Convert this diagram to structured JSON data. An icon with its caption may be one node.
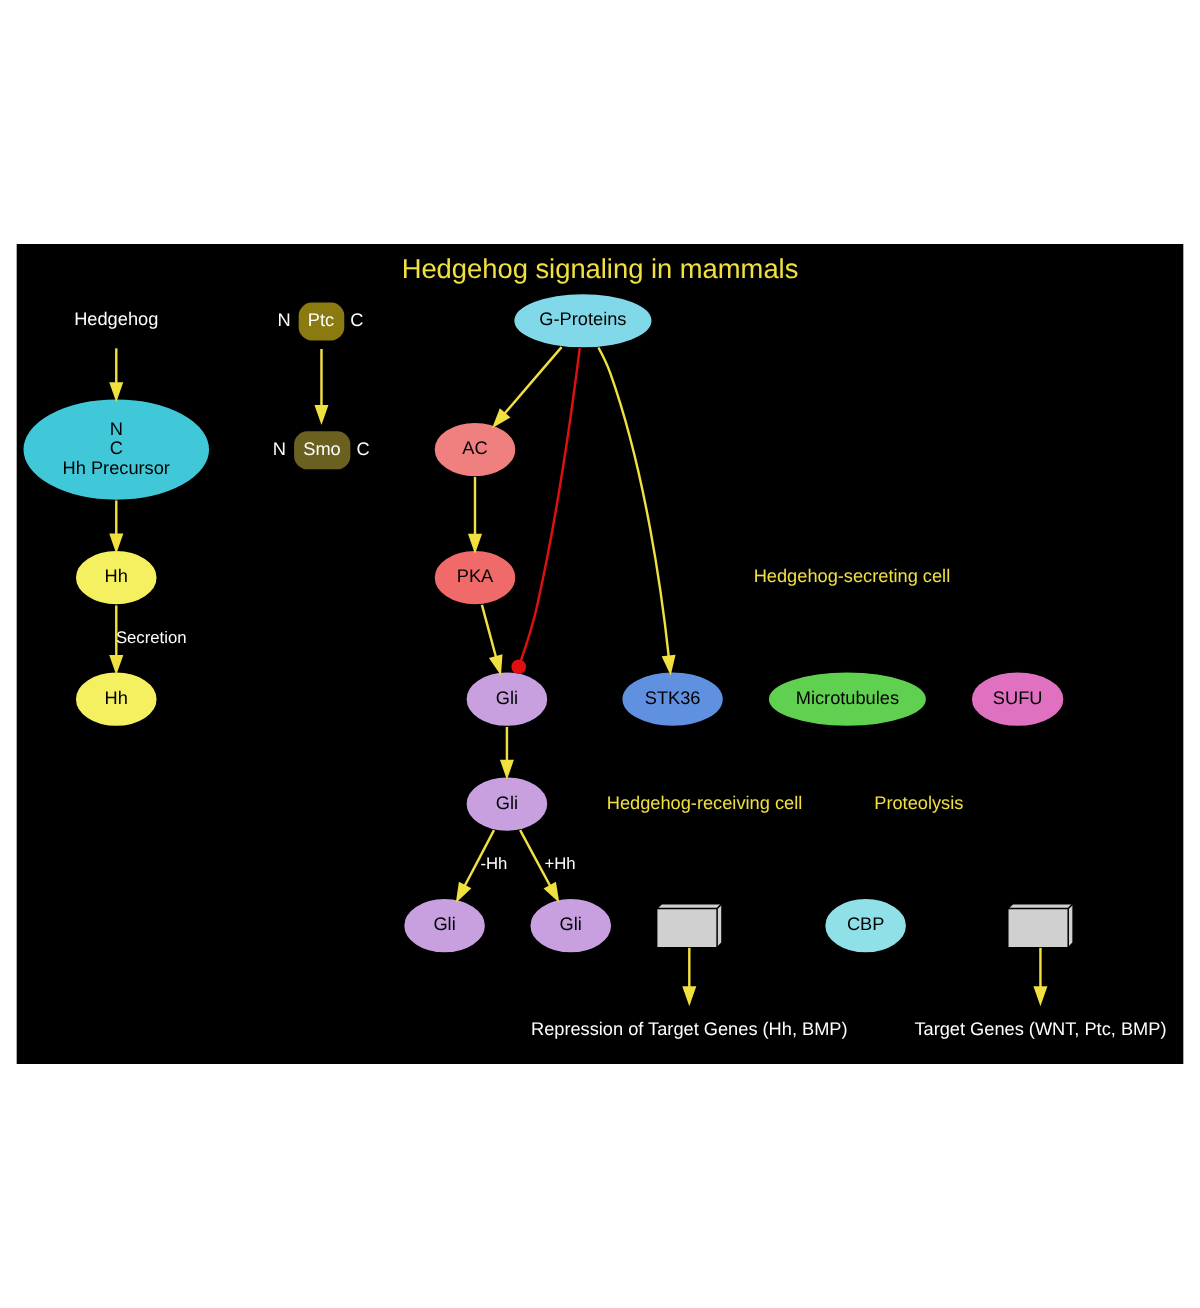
{
  "diagram": {
    "title": "Hedgehog signaling in mammals",
    "nodes": [
      {
        "text": [
          "Hedgehog"
        ]
      },
      {
        "text": [
          "N",
          "C",
          "Hh Precursor"
        ]
      },
      {
        "text": [
          "Hh"
        ]
      },
      {
        "text": [
          "Hh"
        ]
      },
      {
        "text": [
          "Ptc"
        ],
        "beside": [
          "N",
          "C"
        ]
      },
      {
        "text": [
          "Smo"
        ],
        "beside": [
          "N",
          "C"
        ]
      },
      {
        "text": [
          "G-Proteins"
        ]
      },
      {
        "text": [
          "AC"
        ]
      },
      {
        "text": [
          "PKA"
        ]
      },
      {
        "text": [
          "Microtubules"
        ]
      },
      {
        "text": [
          "STK36"
        ]
      },
      {
        "text": [
          "SUFU"
        ]
      },
      {
        "text": [
          "Gli"
        ]
      },
      {
        "text": [
          "Gli"
        ]
      },
      {
        "text": [
          "Gli"
        ]
      },
      {
        "text": [],
        "shape": "picture"
      },
      {
        "text": [
          "Repression of Target Genes (Hh, BMP)"
        ]
      },
      {
        "text": [
          "Gli"
        ]
      },
      {
        "text": [
          "CBP"
        ]
      },
      {
        "text": [],
        "shape": "picture"
      },
      {
        "text": [
          "Target Genes (WNT, Ptc, BMP)"
        ]
      }
    ],
    "edges": [
      {
        "from": 0,
        "to": 1,
        "arrow": "to"
      },
      {
        "from": 1,
        "to": 2,
        "arrow": "to"
      },
      {
        "from": 2,
        "to": 3,
        "arrow": "to",
        "label": "Secretion"
      },
      {
        "from": 4,
        "to": 5,
        "arrow": "to"
      },
      {
        "from": 6,
        "to": 7,
        "arrow": "to"
      },
      {
        "from": 7,
        "to": 8,
        "arrow": "to"
      },
      {
        "from": 8,
        "to": 12,
        "arrow": "to"
      },
      {
        "from": 6,
        "to": 10,
        "arrow": "to"
      },
      {
        "from": 6,
        "to": 12,
        "arrow": "other",
        "color": "#e01010"
      },
      {
        "from": 12,
        "to": 13,
        "arrow": "to"
      },
      {
        "from": 13,
        "to": 14,
        "arrow": "to",
        "label": "-Hh"
      },
      {
        "from": 13,
        "to": 17,
        "arrow": "to",
        "label": "+Hh"
      },
      {
        "from": 15,
        "to": 16,
        "arrow": "to"
      },
      {
        "from": 19,
        "to": 20,
        "arrow": "to"
      }
    ],
    "labels": [
      "Hedgehog-secreting cell",
      "Hedgehog-receiving cell",
      "Proteolysis"
    ]
  }
}
